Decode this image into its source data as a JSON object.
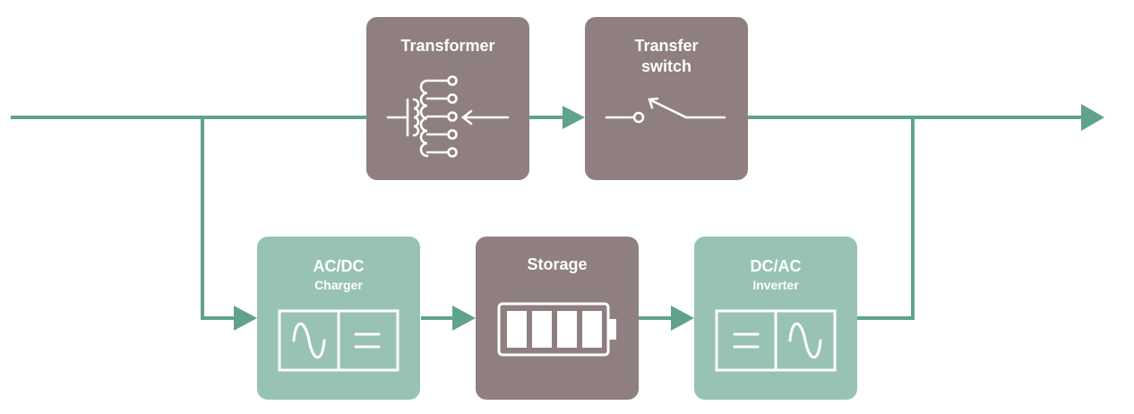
{
  "colors": {
    "line": "#5fa38c",
    "ac_box": "#8f7f80",
    "dc_box": "#98c2b6",
    "icon": "#ffffff"
  },
  "transformer": {
    "title": "Transformer",
    "icon": "transformer-tap-icon"
  },
  "transfer_switch": {
    "title_line1": "Transfer",
    "title_line2": "switch",
    "icon": "switch-icon"
  },
  "charger": {
    "title": "AC/DC",
    "subtitle": "Charger",
    "icon": "ac-to-dc-icon"
  },
  "storage": {
    "title": "Storage",
    "icon": "battery-icon"
  },
  "inverter": {
    "title": "DC/AC",
    "subtitle": "Inverter",
    "icon": "dc-to-ac-icon"
  }
}
